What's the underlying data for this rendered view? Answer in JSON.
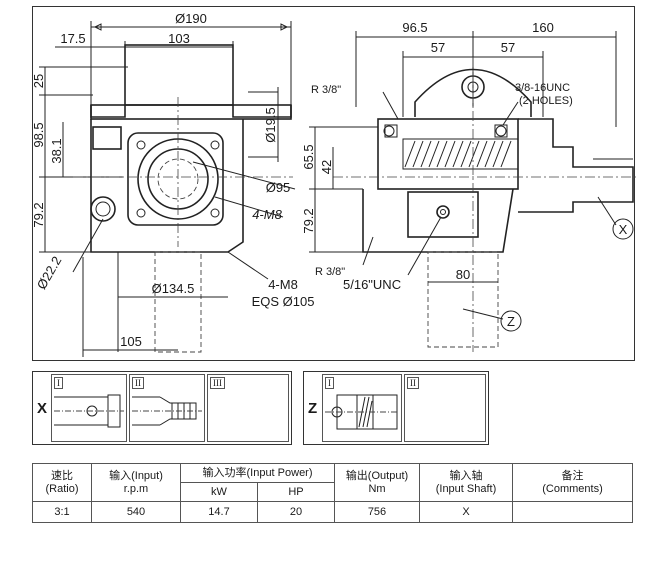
{
  "drawing": {
    "left_view": {
      "dims": {
        "overall_width": "Ø190",
        "offset_left": "17.5",
        "top_width": "103",
        "top_height": "25",
        "body_height": "98.5",
        "shaft_center": "38.1",
        "lower_height": "79.2",
        "bore_dia": "Ø22.2",
        "shaft_dia": "Ø19.5",
        "flange_dia": "Ø95",
        "flange_bolts": "4-M8",
        "bolt_circle": "Ø134.5",
        "base_bolts": "4-M8",
        "eqs": "EQS Ø105",
        "base_offset": "105"
      }
    },
    "right_view": {
      "dims": {
        "left_width": "96.5",
        "right_width": "160",
        "lug_left": "57",
        "lug_right": "57",
        "port_top": "R 3/8\"",
        "tapped_holes": "3/8-16UNC",
        "tapped_holes_note": "(2 HOLES)",
        "height_a": "65.5",
        "height_b": "42",
        "lower_height": "79.2",
        "port_bottom": "R 3/8\"",
        "set_screw": "5/16\"UNC",
        "shaft_width": "80",
        "callout_x": "X",
        "callout_z": "Z"
      }
    }
  },
  "shaft_options": {
    "x": {
      "label": "X",
      "options": [
        "I",
        "II",
        "III"
      ]
    },
    "z": {
      "label": "Z",
      "options": [
        "I",
        "II"
      ]
    }
  },
  "spec_table": {
    "headers": {
      "ratio": [
        "速比",
        "(Ratio)"
      ],
      "input": [
        "输入(Input)",
        "r.p.m"
      ],
      "input_power": "输入功率(Input Power)",
      "kw": "kW",
      "hp": "HP",
      "output": [
        "输出(Output)",
        "Nm"
      ],
      "input_shaft": [
        "输入轴",
        "(Input Shaft)"
      ],
      "comments": [
        "备注",
        "(Comments)"
      ]
    },
    "rows": [
      {
        "ratio": "3:1",
        "rpm": "540",
        "kw": "14.7",
        "hp": "20",
        "output": "756",
        "input_shaft": "X",
        "comments": ""
      }
    ]
  }
}
